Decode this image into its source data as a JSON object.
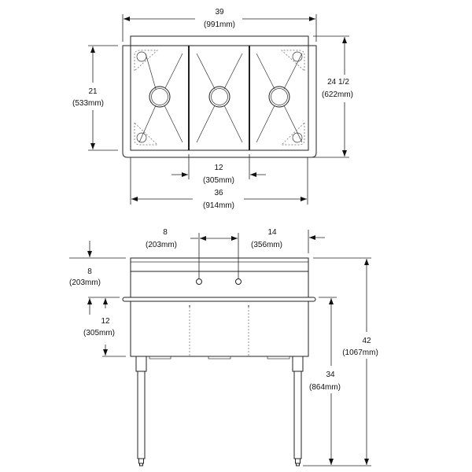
{
  "top_view": {
    "overall_width": {
      "value": "39",
      "metric": "(991mm)"
    },
    "bowl_depth": {
      "value": "21",
      "metric": "(533mm)"
    },
    "overall_depth": {
      "value": "24 1/2",
      "metric": "(622mm)"
    },
    "bowl_width": {
      "value": "12",
      "metric": "(305mm)"
    },
    "bowl_span": {
      "value": "36",
      "metric": "(914mm)"
    }
  },
  "front_view": {
    "faucet_spacing": {
      "value": "8",
      "metric": "(203mm)"
    },
    "backsplash_offset": {
      "value": "14",
      "metric": "(356mm)"
    },
    "backsplash_height": {
      "value": "8",
      "metric": "(203mm)"
    },
    "bowl_height": {
      "value": "12",
      "metric": "(305mm)"
    },
    "rim_height": {
      "value": "34",
      "metric": "(864mm)"
    },
    "overall_height": {
      "value": "42",
      "metric": "(1067mm)"
    }
  }
}
